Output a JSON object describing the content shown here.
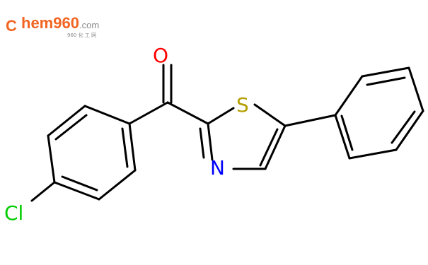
{
  "logo": {
    "initial": "C",
    "text": "hem960",
    "suffix": ".com",
    "subtext": "960 化 工 网",
    "colors": {
      "initial": "#f26522",
      "text": "#f26522",
      "suffix": "#888888",
      "subtext": "#888888"
    }
  },
  "molecule": {
    "atoms": {
      "oxygen": "O",
      "sulfur": "S",
      "nitrogen": "N",
      "chlorine": "Cl"
    },
    "colors": {
      "bond": "#000000",
      "oxygen": "#ff0000",
      "sulfur": "#b5a000",
      "nitrogen": "#0000ff",
      "chlorine": "#00cc00"
    }
  }
}
